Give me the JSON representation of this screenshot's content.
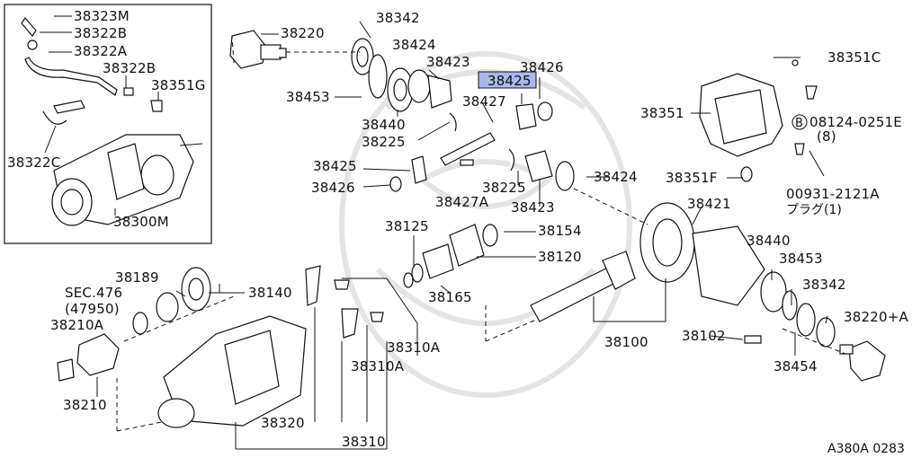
{
  "highlight_color": "#aab8e8",
  "labels": {
    "p38323M": "38323M",
    "p38322B_a": "38322B",
    "p38322A": "38322A",
    "p38322B_b": "38322B",
    "p38351G": "38351G",
    "p38322C": "38322C",
    "p38300M": "38300M",
    "p38220": "38220",
    "p38342_top": "38342",
    "p38424_top": "38424",
    "p38423_top": "38423",
    "p38426_top": "38426",
    "p38425_hl": "38425",
    "p38453_left": "38453",
    "p38427": "38427",
    "p38440_left": "38440",
    "p38225_a": "38225",
    "p38351C": "38351C",
    "p38351": "38351",
    "bolt_code": "08124-0251E",
    "bolt_qty": "(8)",
    "bolt_circle": "B",
    "p38425_mid": "38425",
    "p38426_mid": "38426",
    "p38427A": "38427A",
    "p38225_b": "38225",
    "p38424_mid": "38424",
    "p38423_mid": "38423",
    "p38351F": "38351F",
    "plug_code": "00931-2121A",
    "plug_text": "プラグ(1)",
    "p38125": "38125",
    "p38154": "38154",
    "p38120": "38120",
    "p38165": "38165",
    "p38421": "38421",
    "p38440_right": "38440",
    "p38453_right": "38453",
    "p38342_right": "38342",
    "p38220A": "38220+A",
    "p38189": "38189",
    "sec_ref": "SEC.476",
    "sec_sub": "(47950)",
    "p38140": "38140",
    "p38210A": "38210A",
    "p38210": "38210",
    "p38310A_a": "38310A",
    "p38310A_b": "38310A",
    "p38320": "38320",
    "p38310": "38310",
    "p38100": "38100",
    "p38102": "38102",
    "p38454": "38454",
    "figure_code": "A380A 0283"
  }
}
